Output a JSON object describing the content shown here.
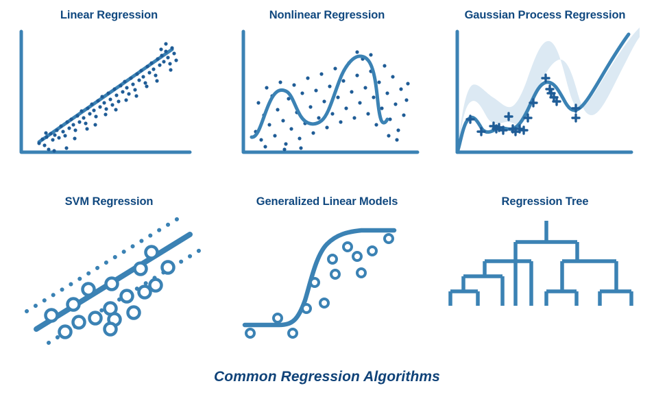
{
  "footer": {
    "title": "Common Regression Algorithms"
  },
  "colors": {
    "title_navy": "#10487F",
    "footer_navy": "#0F4278",
    "accent_steel_blue": "#3B82B4",
    "marker_navy": "#1F5C96",
    "confidence_band": "#DCE9F3",
    "background": "#FFFFFF"
  },
  "panels": [
    {
      "id": "linear-regression",
      "title": "Linear Regression",
      "figure_type": "scatter-with-fit-line"
    },
    {
      "id": "nonlinear-regression",
      "title": "Nonlinear Regression",
      "figure_type": "scatter-with-wavy-curve"
    },
    {
      "id": "gaussian-process-regression",
      "title": "Gaussian Process Regression",
      "figure_type": "curve-with-confidence-band-and-plus-markers"
    },
    {
      "id": "svm-regression",
      "title": "SVM Regression",
      "figure_type": "diagonal-line-with-dotted-margins-and-circles"
    },
    {
      "id": "generalized-linear-models",
      "title": "Generalized Linear Models",
      "figure_type": "sigmoid-curve-with-circles"
    },
    {
      "id": "regression-tree",
      "title": "Regression Tree",
      "figure_type": "binary-tree-diagram"
    }
  ],
  "chart_data": [
    {
      "type": "scatter",
      "id": "linear-regression",
      "title": "Linear Regression",
      "xlabel": "",
      "ylabel": "",
      "grid": false,
      "legend": null,
      "axis_range": {
        "x": [
          0,
          100
        ],
        "y": [
          0,
          100
        ]
      },
      "fit_line": {
        "type": "line",
        "x": [
          18,
          92
        ],
        "y": [
          14,
          88
        ]
      },
      "points": [
        [
          18,
          13
        ],
        [
          20,
          18
        ],
        [
          21,
          11
        ],
        [
          22,
          20
        ],
        [
          23,
          7
        ],
        [
          24,
          23
        ],
        [
          25,
          16
        ],
        [
          26,
          22
        ],
        [
          27,
          27
        ],
        [
          28,
          19
        ],
        [
          29,
          30
        ],
        [
          30,
          25
        ],
        [
          31,
          21
        ],
        [
          32,
          33
        ],
        [
          33,
          28
        ],
        [
          34,
          35
        ],
        [
          35,
          31
        ],
        [
          36,
          26
        ],
        [
          37,
          38
        ],
        [
          38,
          34
        ],
        [
          39,
          41
        ],
        [
          40,
          36
        ],
        [
          41,
          31
        ],
        [
          42,
          44
        ],
        [
          43,
          39
        ],
        [
          44,
          46
        ],
        [
          45,
          42
        ],
        [
          46,
          37
        ],
        [
          47,
          49
        ],
        [
          48,
          44
        ],
        [
          49,
          52
        ],
        [
          50,
          47
        ],
        [
          51,
          42
        ],
        [
          52,
          55
        ],
        [
          53,
          50
        ],
        [
          54,
          46
        ],
        [
          55,
          58
        ],
        [
          56,
          53
        ],
        [
          57,
          48
        ],
        [
          58,
          60
        ],
        [
          59,
          55
        ],
        [
          60,
          62
        ],
        [
          61,
          57
        ],
        [
          62,
          52
        ],
        [
          63,
          65
        ],
        [
          64,
          60
        ],
        [
          65,
          67
        ],
        [
          66,
          62
        ],
        [
          67,
          57
        ],
        [
          68,
          70
        ],
        [
          69,
          65
        ],
        [
          70,
          72
        ],
        [
          71,
          67
        ],
        [
          72,
          74
        ],
        [
          73,
          69
        ],
        [
          74,
          64
        ],
        [
          75,
          77
        ],
        [
          76,
          72
        ],
        [
          77,
          79
        ],
        [
          78,
          74
        ],
        [
          79,
          81
        ],
        [
          80,
          76
        ],
        [
          81,
          84
        ],
        [
          82,
          79
        ],
        [
          83,
          74
        ],
        [
          84,
          86
        ],
        [
          85,
          81
        ],
        [
          86,
          89
        ],
        [
          87,
          84
        ],
        [
          88,
          91
        ],
        [
          89,
          86
        ],
        [
          90,
          80
        ],
        [
          91,
          93
        ],
        [
          92,
          88
        ],
        [
          24,
          4
        ],
        [
          30,
          6
        ],
        [
          19,
          8
        ]
      ]
    },
    {
      "type": "scatter",
      "id": "nonlinear-regression",
      "title": "Nonlinear Regression",
      "xlabel": "",
      "ylabel": "",
      "grid": false,
      "legend": null,
      "axis_range": {
        "x": [
          0,
          100
        ],
        "y": [
          0,
          100
        ]
      },
      "fit_curve_description": "smooth wave: rises from low-left, first peak ~x=28, trough ~x=52, taller second peak ~x=78, steep drop at x=92",
      "points": [
        [
          10,
          36
        ],
        [
          12,
          62
        ],
        [
          14,
          22
        ],
        [
          16,
          48
        ],
        [
          18,
          30
        ],
        [
          20,
          58
        ],
        [
          22,
          17
        ],
        [
          24,
          42
        ],
        [
          26,
          67
        ],
        [
          28,
          26
        ],
        [
          30,
          53
        ],
        [
          32,
          12
        ],
        [
          34,
          38
        ],
        [
          36,
          61
        ],
        [
          38,
          20
        ],
        [
          40,
          45
        ],
        [
          42,
          70
        ],
        [
          44,
          33
        ],
        [
          46,
          56
        ],
        [
          48,
          15
        ],
        [
          50,
          41
        ],
        [
          52,
          64
        ],
        [
          54,
          28
        ],
        [
          56,
          50
        ],
        [
          58,
          73
        ],
        [
          60,
          36
        ],
        [
          62,
          59
        ],
        [
          64,
          18
        ],
        [
          66,
          44
        ],
        [
          68,
          68
        ],
        [
          70,
          31
        ],
        [
          72,
          54
        ],
        [
          74,
          77
        ],
        [
          76,
          39
        ],
        [
          78,
          86
        ],
        [
          80,
          62
        ],
        [
          82,
          24
        ],
        [
          84,
          47
        ],
        [
          86,
          71
        ],
        [
          88,
          34
        ],
        [
          90,
          57
        ],
        [
          92,
          80
        ],
        [
          94,
          42
        ],
        [
          96,
          65
        ],
        [
          98,
          29
        ],
        [
          17,
          73
        ],
        [
          25,
          8
        ],
        [
          33,
          9
        ],
        [
          41,
          76
        ],
        [
          55,
          82
        ],
        [
          63,
          84
        ],
        [
          71,
          23
        ],
        [
          79,
          13
        ],
        [
          87,
          10
        ],
        [
          95,
          51
        ]
      ]
    },
    {
      "type": "line",
      "id": "gaussian-process-regression",
      "title": "Gaussian Process Regression",
      "xlabel": "",
      "ylabel": "",
      "grid": false,
      "legend": null,
      "axis_range": {
        "x": [
          0,
          100
        ],
        "y": [
          0,
          100
        ]
      },
      "series": [
        {
          "name": "posterior mean",
          "description": "wiggly rising curve with small bump at left, mid bumps, large peak, dip, then steep rise to top-right"
        },
        {
          "name": "confidence band",
          "description": "light blue shaded envelope that narrows near observed points and widens at the left and far right"
        }
      ],
      "observations": [
        [
          11,
          31
        ],
        [
          16,
          23
        ],
        [
          24,
          29
        ],
        [
          25,
          30
        ],
        [
          26,
          28
        ],
        [
          27,
          29
        ],
        [
          31,
          35
        ],
        [
          33,
          27
        ],
        [
          34,
          27
        ],
        [
          36,
          28
        ],
        [
          37,
          27
        ],
        [
          40,
          33
        ],
        [
          42,
          43
        ],
        [
          48,
          62
        ],
        [
          50,
          55
        ],
        [
          51,
          53
        ],
        [
          52,
          51
        ],
        [
          55,
          45
        ],
        [
          62,
          34
        ],
        [
          63,
          28
        ]
      ],
      "marker": "plus"
    },
    {
      "type": "scatter",
      "id": "svm-regression",
      "title": "SVM Regression",
      "xlabel": "",
      "ylabel": "",
      "grid": false,
      "legend": null,
      "axis_range": {
        "x": [
          0,
          100
        ],
        "y": [
          0,
          100
        ]
      },
      "series": [
        {
          "name": "decision line",
          "style": "solid",
          "x": [
            10,
            92
          ],
          "y": [
            12,
            80
          ]
        },
        {
          "name": "upper margin",
          "style": "dotted"
        },
        {
          "name": "lower margin",
          "style": "dotted"
        }
      ],
      "points": [
        [
          17,
          30
        ],
        [
          25,
          20
        ],
        [
          28,
          40
        ],
        [
          32,
          28
        ],
        [
          37,
          48
        ],
        [
          39,
          17
        ],
        [
          45,
          32
        ],
        [
          48,
          24
        ],
        [
          52,
          43
        ],
        [
          56,
          56
        ],
        [
          58,
          30
        ],
        [
          62,
          36
        ],
        [
          66,
          50
        ],
        [
          70,
          63
        ],
        [
          73,
          42
        ],
        [
          78,
          68
        ],
        [
          84,
          58
        ]
      ],
      "marker": "open-circle"
    },
    {
      "type": "scatter",
      "id": "generalized-linear-models",
      "title": "Generalized Linear Models",
      "xlabel": "",
      "ylabel": "",
      "grid": false,
      "legend": null,
      "axis_range": {
        "x": [
          0,
          100
        ],
        "y": [
          0,
          100
        ]
      },
      "fit_curve_description": "logistic sigmoid rising from flat low plateau at left to flat high plateau at right",
      "points": [
        [
          8,
          9
        ],
        [
          20,
          18
        ],
        [
          29,
          9
        ],
        [
          36,
          30
        ],
        [
          43,
          46
        ],
        [
          48,
          27
        ],
        [
          53,
          66
        ],
        [
          55,
          50
        ],
        [
          62,
          75
        ],
        [
          68,
          62
        ],
        [
          72,
          42
        ],
        [
          76,
          70
        ],
        [
          84,
          72
        ],
        [
          92,
          82
        ]
      ],
      "marker": "open-circle"
    },
    {
      "type": "table",
      "id": "regression-tree",
      "title": "Regression Tree",
      "xlabel": "",
      "ylabel": "",
      "grid": false,
      "legend": null,
      "structure_description": "binary decision tree: one root stem splitting into left and right branches; left branch splits again into a deeper nested subtree with two further splits; right branch splits into two leaf pairs",
      "levels": 4,
      "leaf_count": 8
    }
  ]
}
